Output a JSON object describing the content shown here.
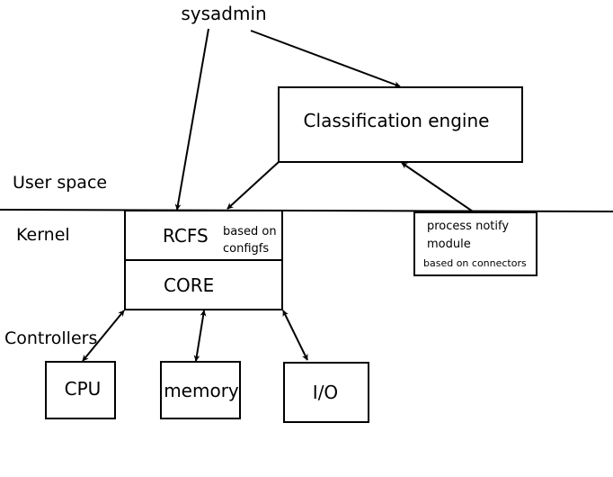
{
  "actor": {
    "label": "sysadmin"
  },
  "zones": {
    "user_space": "User space",
    "kernel": "Kernel",
    "controllers": "Controllers"
  },
  "classification_engine": {
    "label": "Classification engine"
  },
  "rcfs": {
    "label": "RCFS",
    "note_line1": "based on",
    "note_line2": "configfs"
  },
  "core": {
    "label": "CORE"
  },
  "process_notify": {
    "line1": "process notify",
    "line2": "module",
    "note": "based on connectors"
  },
  "controllers": [
    {
      "label": "CPU"
    },
    {
      "label": "memory"
    },
    {
      "label": "I/O"
    }
  ],
  "colors": {
    "stroke": "#000000",
    "background": "#ffffff"
  }
}
